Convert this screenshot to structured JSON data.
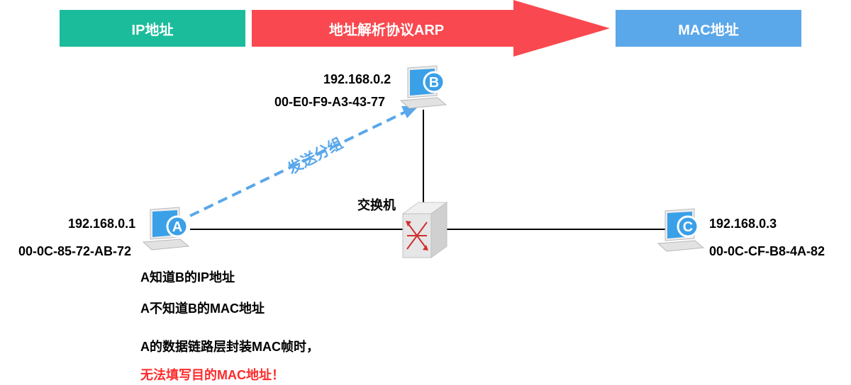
{
  "header": {
    "ip_label": "IP地址",
    "arp_label": "地址解析协议ARP",
    "mac_label": "MAC地址",
    "colors": {
      "ip": "#1bbc9b",
      "arp": "#f9484f",
      "mac": "#5aa7ea"
    }
  },
  "hosts": {
    "a": {
      "letter": "A",
      "ip": "192.168.0.1",
      "mac": "00-0C-85-72-AB-72"
    },
    "b": {
      "letter": "B",
      "ip": "192.168.0.2",
      "mac": "00-E0-F9-A3-43-77"
    },
    "c": {
      "letter": "C",
      "ip": "192.168.0.3",
      "mac": "00-0C-CF-B8-4A-82"
    }
  },
  "switch": {
    "label": "交换机"
  },
  "packet": {
    "label": "发送分组"
  },
  "notes": {
    "line1": "A知道B的IP地址",
    "line2": "A不知道B的MAC地址",
    "line3": "A的数据链路层封装MAC帧时，",
    "line4": "无法填写目的MAC地址！"
  }
}
